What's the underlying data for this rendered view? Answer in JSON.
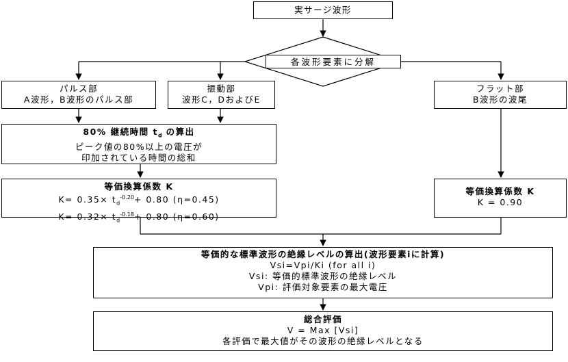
{
  "nodes": {
    "actual_surge": {
      "text": "実サージ波形"
    },
    "decompose": {
      "text": "各波形要素に分解"
    },
    "pulse": {
      "line1": "パルス部",
      "line2": "A波形，B波形のパルス部"
    },
    "oscillation": {
      "line1": "振動部",
      "line2": "波形C，DおよびE"
    },
    "flat": {
      "line1": "フラット部",
      "line2": "B波形の波尾"
    },
    "duration": {
      "title_a": "80% 継続時間 t",
      "title_sub": "d",
      "title_b": " の算出",
      "line2": "ピーク値の80%以上の電圧が",
      "line3": "印加されている時間の総和"
    },
    "k_pulse_osc": {
      "title": "等価換算係数 K",
      "eq1_a": "K= 0.35× t",
      "eq1_sub": "d",
      "eq1_exp": "-0.20",
      "eq1_b": "+ 0.80 (η=0.45)",
      "eq2_a": "K= 0.32× t",
      "eq2_sub": "d",
      "eq2_exp": "-0.18",
      "eq2_b": "+ 0.80 (η=0.60)"
    },
    "k_flat": {
      "title": "等価換算係数 K",
      "line2": "K = 0.90"
    },
    "equiv": {
      "title": "等価的な標準波形の絶縁レベルの算出(波形要素iに計算)",
      "line2": "Vsi=Vpi/Ki (for all i)",
      "line3": "Vsi: 等価的標準波形の絶縁レベル",
      "line4": "Vpi: 評価対象要素の最大電圧"
    },
    "overall": {
      "title": "総合評価",
      "line2": "V = Max [Vsi]",
      "line3": "各評価で最大値がその波形の絶縁レベルとなる"
    }
  }
}
